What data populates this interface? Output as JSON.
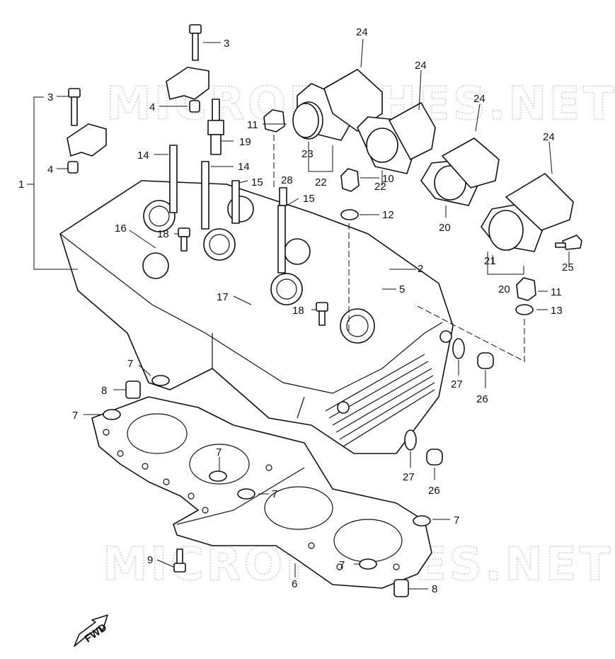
{
  "watermark": {
    "top": "MICROFICHES.NET",
    "bottom": "MICROFICHES.NET"
  },
  "fwd_label": "FWD",
  "callouts": {
    "c1": "1",
    "c2": "2",
    "c3a": "3",
    "c3b": "3",
    "c4a": "4",
    "c4b": "4",
    "c5": "5",
    "c6": "6",
    "c7a": "7",
    "c7b": "7",
    "c7c": "7",
    "c7d": "7",
    "c7e": "7",
    "c7f": "7",
    "c8a": "8",
    "c8b": "8",
    "c9": "9",
    "c10": "10",
    "c11a": "11",
    "c11b": "11",
    "c12": "12",
    "c13": "13",
    "c14a": "14",
    "c14b": "14",
    "c15a": "15",
    "c15b": "15",
    "c16": "16",
    "c17": "17",
    "c18a": "18",
    "c18b": "18",
    "c19": "19",
    "c20a": "20",
    "c20b": "20",
    "c21": "21",
    "c22a": "22",
    "c22b": "22",
    "c23": "23",
    "c24a": "24",
    "c24b": "24",
    "c24c": "24",
    "c24d": "24",
    "c25": "25",
    "c26a": "26",
    "c26b": "26",
    "c27a": "27",
    "c27b": "27",
    "c28": "28"
  }
}
